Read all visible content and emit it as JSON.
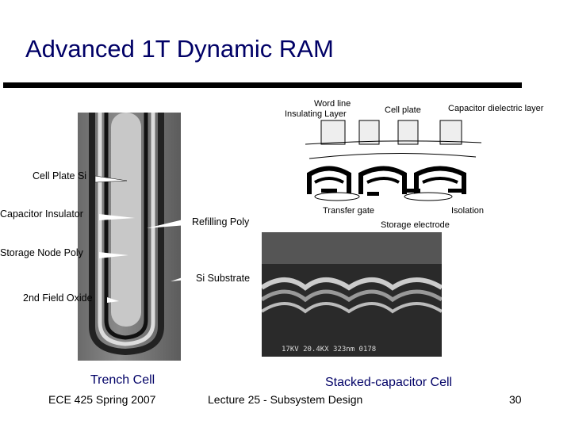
{
  "title": "Advanced 1T Dynamic RAM",
  "trench": {
    "labels": [
      "Cell Plate Si",
      "Capacitor Insulator",
      "Refilling Poly",
      "Storage Node Poly",
      "Si Substrate",
      "2nd Field Oxide"
    ],
    "caption": "Trench Cell"
  },
  "stacked": {
    "labels": {
      "word_line": "Word line",
      "insulating": "Insulating Layer",
      "cell_plate": "Cell plate",
      "dielectric": "Capacitor dielectric layer",
      "transfer_gate": "Transfer gate",
      "isolation": "Isolation",
      "storage": "Storage electrode"
    },
    "sem_text": "17KV  20.4KX  323nm  0178",
    "caption": "Stacked-capacitor Cell"
  },
  "footer": {
    "course": "ECE 425 Spring 2007",
    "lecture": "Lecture 25 - Subsystem Design",
    "page": "30"
  }
}
